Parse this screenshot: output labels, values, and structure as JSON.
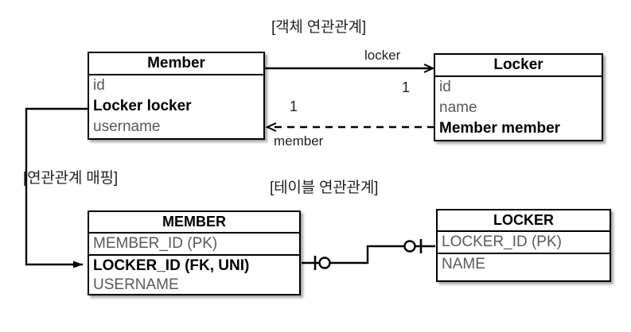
{
  "diagram": {
    "title": "Object association vs Table association mapping",
    "captions": {
      "object_association": "[객체 연관관계]",
      "mapping": "[연관관계 매핑]",
      "table_association": "[테이블 연관관계]"
    },
    "object_model": {
      "member": {
        "name": "Member",
        "attributes": [
          {
            "text": "id",
            "bold": false
          },
          {
            "text": "Locker locker",
            "bold": true
          },
          {
            "text": "username",
            "bold": false
          }
        ]
      },
      "locker": {
        "name": "Locker",
        "attributes": [
          {
            "text": "id",
            "bold": false
          },
          {
            "text": "name",
            "bold": false
          },
          {
            "text": "Member member",
            "bold": true
          }
        ]
      },
      "edges": [
        {
          "from": "Member",
          "to": "Locker",
          "label": "locker",
          "multiplicity": "1",
          "style": "solid",
          "arrow": "open-arrow"
        },
        {
          "from": "Locker",
          "to": "Member",
          "label": "member",
          "multiplicity": "1",
          "style": "dashed",
          "arrow": "open-arrow"
        }
      ]
    },
    "table_model": {
      "member_table": {
        "name": "MEMBER",
        "columns": [
          {
            "text": "MEMBER_ID (PK)",
            "bold": false
          },
          {
            "text": "LOCKER_ID (FK, UNI)",
            "bold": true
          },
          {
            "text": "USERNAME",
            "bold": false
          }
        ]
      },
      "locker_table": {
        "name": "LOCKER",
        "columns": [
          {
            "text": "LOCKER_ID (PK)",
            "bold": false
          },
          {
            "text": "NAME",
            "bold": false
          }
        ]
      },
      "relationship": {
        "from": "MEMBER.LOCKER_ID (FK, UNI)",
        "to": "LOCKER.LOCKER_ID (PK)",
        "left_cardinality": "zero-or-one",
        "right_cardinality": "zero-or-one",
        "notation": "crows-foot"
      }
    },
    "mapping_edge": {
      "from": "Member.Locker locker",
      "to": "MEMBER.LOCKER_ID (FK, UNI)",
      "style": "solid",
      "arrow": "filled-arrow"
    },
    "colors": {
      "stroke": "#000000",
      "text": "#231f20",
      "muted_text": "#58595b",
      "background": "#ffffff"
    }
  }
}
